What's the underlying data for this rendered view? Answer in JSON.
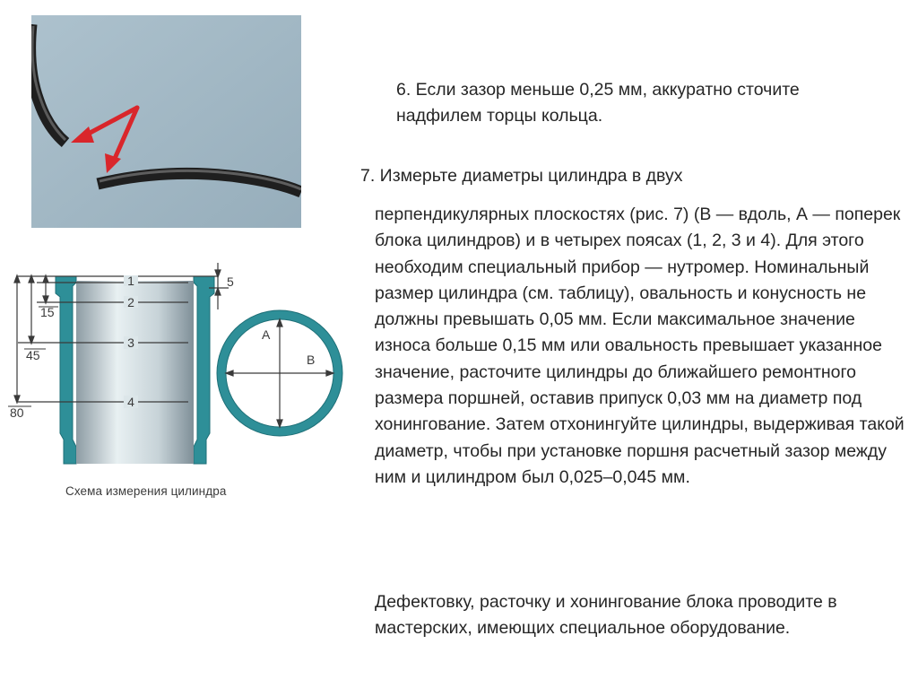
{
  "photo": {
    "description_icon": "piston-ring-gap-icon",
    "colors": {
      "background": "#9fb6c3",
      "ring": "#2a2a2a",
      "arrow": "#d9262b"
    }
  },
  "text": {
    "step6": "6. Если зазор меньше 0,25 мм, аккуратно сточите надфилем торцы кольца.",
    "step7_title": "7. Измерьте диаметры цилиндра в двух",
    "step7_body": "перпендикулярных плоскостях (рис. 7) (В — вдоль, А — поперек блока цилиндров) и в четырех поясах (1, 2, 3 и 4). Для этого необходим специальный прибор — нутромер. Номинальный размер цилиндра (см. таблицу), овальность и конусность не должны превышать 0,05 мм. Если максимальное значение износа больше 0,15 мм или овальность превышает указанное значение, расточите цилиндры до ближайшего ремонтного размера поршней, оставив припуск 0,03 мм на диаметр под хонингование. Затем отхонингуйте цилиндры, выдерживая такой диаметр, чтобы при установке поршня расчетный зазор между ним и цилиндром был 0,025–0,045 мм.",
    "outro": "Дефектовку, расточку и хонингование блока проводите в мастерских, имеющих специальное оборудование."
  },
  "diagram": {
    "caption": "Схема измерения цилиндра",
    "belts": [
      "1",
      "2",
      "3",
      "4"
    ],
    "depths": [
      "5",
      "15",
      "45",
      "80"
    ],
    "planes": [
      "A",
      "B"
    ],
    "colors": {
      "wall": "#2e8f98",
      "bore_light": "#e6eef0",
      "bore_dark": "#8a9aa2",
      "lines": "#3a3a3a"
    }
  }
}
